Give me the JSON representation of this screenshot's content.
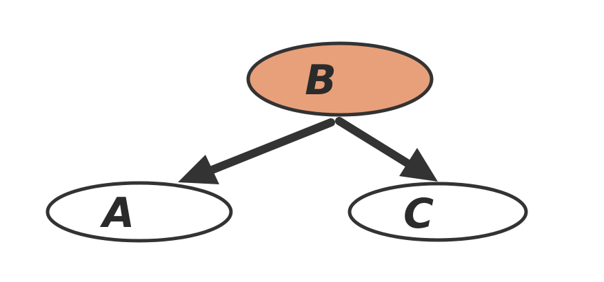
{
  "nodes": {
    "b": {
      "label": "B",
      "fill": "#E8A07A"
    },
    "a": {
      "label": "A",
      "fill": "#FFFFFF"
    },
    "c": {
      "label": "C",
      "fill": "#FFFFFF"
    }
  },
  "edges": [
    {
      "from": "B",
      "to": "A"
    },
    {
      "from": "B",
      "to": "C"
    }
  ],
  "colors": {
    "stroke": "#333333",
    "label": "#2B2B2B"
  }
}
